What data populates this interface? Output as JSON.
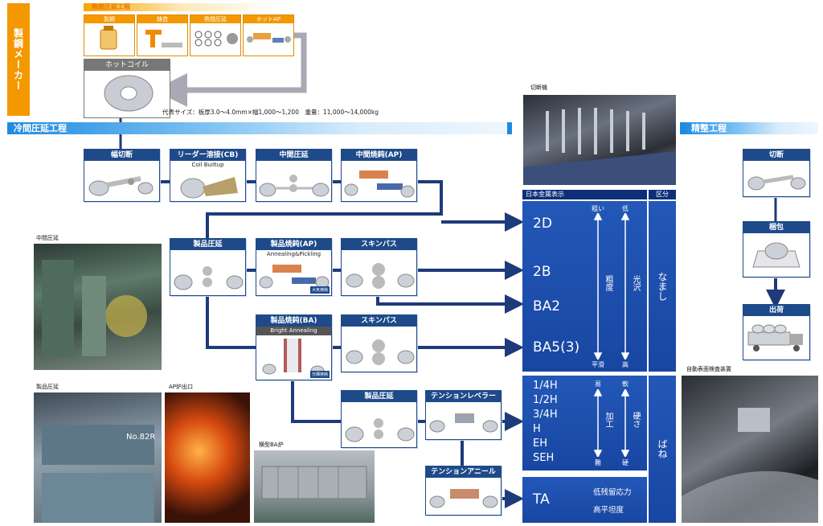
{
  "maker": {
    "label": "製鋼メーカー"
  },
  "hot_rolling": {
    "title": "熱間圧延工程",
    "steps": [
      "製鋼",
      "鋳造",
      "熱間圧延",
      "ホットAP"
    ]
  },
  "hot_coil": {
    "label": "ホットコイル",
    "specs": "代表サイズ：板厚3.0～4.0mm×幅1,000～1,200　重量：11,000～14,000kg"
  },
  "cold_rolling": {
    "title": "冷間圧延工程"
  },
  "finishing": {
    "title": "精整工程"
  },
  "process": {
    "slitting": "幅切断",
    "leader_weld": "リーダー溶接(CB)",
    "leader_weld_sub": "Coil Builtup",
    "intermediate_rolling": "中間圧延",
    "intermediate_ap": "中間焼鈍(AP)",
    "product_rolling": "製品圧延",
    "product_ap": "製品焼鈍(AP)",
    "product_ap_sub": "Annealing&Pickling",
    "product_ap_tag": "大気焼鈍",
    "skinpass_1": "スキンパス",
    "product_ba": "製品焼鈍(BA)",
    "product_ba_sub": "Bright Annealing",
    "product_ba_tag": "光輝焼鈍",
    "skinpass_2": "スキンパス",
    "product_rolling_2": "製品圧延",
    "tension_leveler": "テンションレベラー",
    "tension_anneal": "テンションアニール"
  },
  "finish_steps": {
    "cut": "切断",
    "pack": "梱包",
    "ship": "出荷"
  },
  "photos": {
    "cutter": "切断機",
    "intermediate": "中間圧延",
    "product_rolling": "製品圧延",
    "ap_exit": "AP炉出口",
    "ba_furnace": "横型BA炉",
    "inspection": "自動表面検査装置",
    "mill_sign": "No.82R"
  },
  "table": {
    "header_left": "日本金属表示",
    "header_right": "区分",
    "namashi": {
      "grades": [
        "2D",
        "2B",
        "BA2",
        "BA5(3)"
      ],
      "rough": "粗い",
      "smooth": "平滑",
      "low": "低",
      "high": "高",
      "roughness": "粗度",
      "gloss": "光沢",
      "category": "なまし"
    },
    "bane": {
      "grades": [
        "1/4H",
        "1/2H",
        "3/4H",
        "H",
        "EH",
        "SEH"
      ],
      "easy": "易",
      "difficult": "難",
      "soft": "軟",
      "hard": "硬",
      "workability": "加工",
      "hardness": "硬さ",
      "category": "ばね"
    },
    "ta": {
      "grade": "TA",
      "note1": "低残留応力",
      "note2": "高平坦度"
    }
  },
  "colors": {
    "navy": "#1e4a8a",
    "orange": "#f39800",
    "blue": "#1f8be0",
    "panel": "#1a4aa5"
  }
}
